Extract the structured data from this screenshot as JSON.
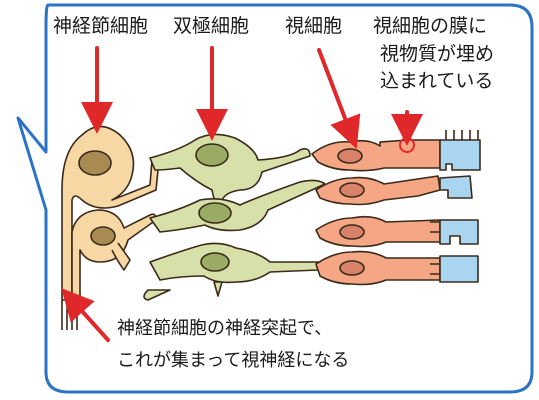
{
  "labels": {
    "ganglion_cell": "神経節細胞",
    "bipolar_cell": "双極細胞",
    "photoreceptor_cell": "視細胞",
    "membrane_line1": "視細胞の膜に",
    "membrane_line2": "視物質が埋め",
    "membrane_line3": "込まれている",
    "axon_line1": "神経節細胞の神経突起で、",
    "axon_line2": "これが集まって視神経になる"
  },
  "colors": {
    "bubble_border": "#2b73c7",
    "arrow": "#e0282a",
    "ganglion_fill": "#f7d7a4",
    "ganglion_nucleus": "#a88a52",
    "bipolar_fill": "#d6e0a8",
    "bipolar_nucleus": "#9aab63",
    "photoreceptor_fill": "#f5a785",
    "photoreceptor_nucleus": "#d9826a",
    "outer_segment_fill": "#a9d5f0",
    "outline": "#3a2a1a"
  }
}
